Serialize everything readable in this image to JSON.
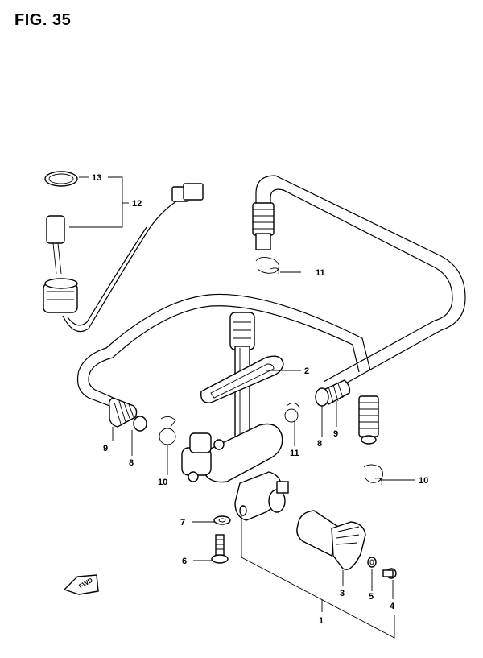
{
  "figure": {
    "title": "FIG. 35"
  },
  "callouts": {
    "c1": "1",
    "c2": "2",
    "c3": "3",
    "c4": "4",
    "c5": "5",
    "c6": "6",
    "c7": "7",
    "c8a": "8",
    "c8b": "8",
    "c9a": "9",
    "c9b": "9",
    "c10a": "10",
    "c10b": "10",
    "c11a": "11",
    "c11b": "11",
    "c12": "12",
    "c13": "13"
  },
  "fwd_arrow": {
    "label": "FWD"
  }
}
